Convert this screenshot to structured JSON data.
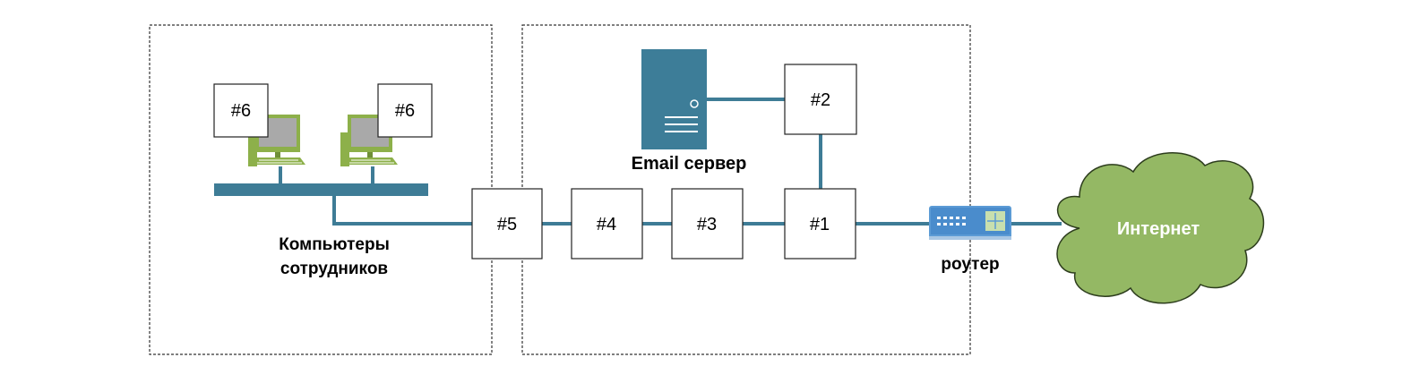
{
  "diagram": {
    "nodes": {
      "n1": "#1",
      "n2": "#2",
      "n3": "#3",
      "n4": "#4",
      "n5": "#5",
      "n6_left": "#6",
      "n6_right": "#6"
    },
    "labels": {
      "email_server": "Email сервер",
      "employees_line1": "Компьютеры",
      "employees_line2": "сотрудников",
      "router": "роутер",
      "internet": "Интернет"
    },
    "colors": {
      "line": "#3e7c96",
      "server": "#3d7d98",
      "computer": "#8db04a",
      "cloud": "#94b864",
      "router": "#5b9bd5",
      "zone_border": "#333333"
    },
    "icons": [
      "server-icon",
      "computer-icon",
      "router-icon",
      "cloud-icon"
    ]
  }
}
